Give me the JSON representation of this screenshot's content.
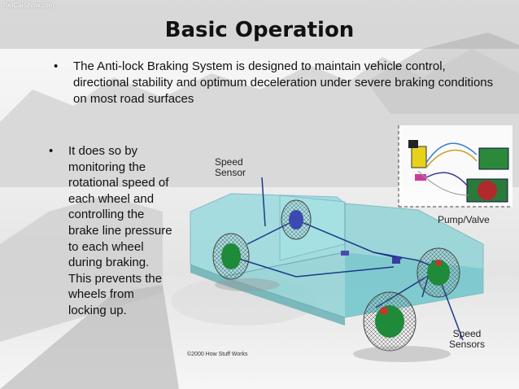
{
  "watermark": "NetCarShow.com",
  "title": "Basic Operation",
  "bullets": [
    {
      "marker": "•",
      "text": "The Anti-lock Braking System is designed to maintain vehicle control, directional stability and optimum deceleration under severe braking conditions on most road surfaces"
    },
    {
      "marker": "•",
      "text": "It does so by monitoring the rotational speed of each wheel and controlling the brake line pressure to each wheel during braking. This prevents the wheels from locking up."
    }
  ],
  "diagram": {
    "labels": {
      "speed_sensor": [
        "Speed",
        "Sensor"
      ],
      "pump_valve": "Pump/Valve",
      "speed_sensors": [
        "Speed",
        "Sensors"
      ]
    },
    "copyright": "©2000 How Stuff Works"
  },
  "colors": {
    "car_body": "#8fd8dc",
    "wheel_mesh": "#5a5a5a",
    "brake_green": "#1f8a3a",
    "brake_red": "#c0392b",
    "wire_blue": "#1a3a8a"
  }
}
